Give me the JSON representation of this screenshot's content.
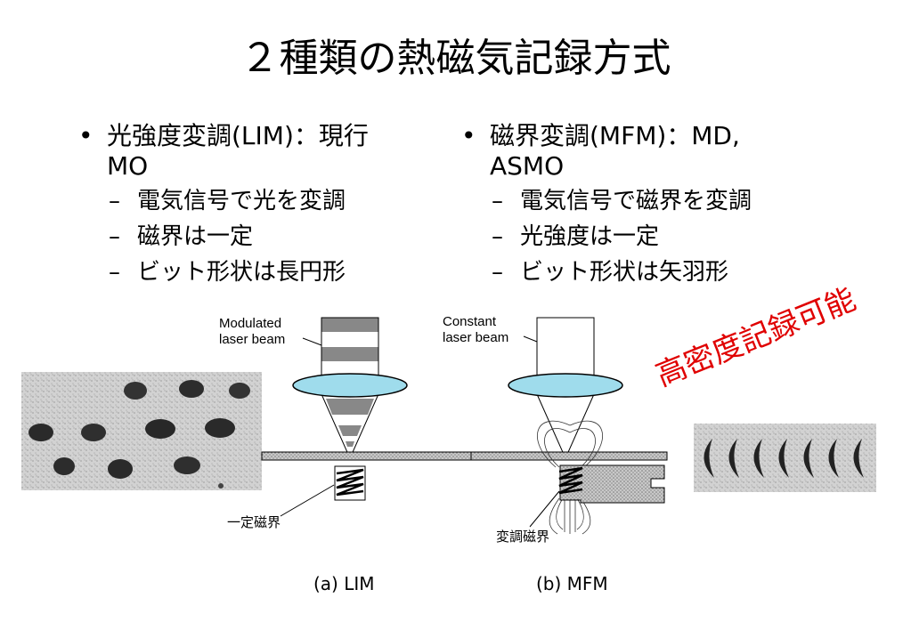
{
  "slide": {
    "title": "２種類の熱磁気記録方式",
    "left_column": {
      "bullet": "•",
      "heading_line1": "光強度変調(LIM)：現行",
      "heading_line2": "MO",
      "items": [
        {
          "dash": "–",
          "text": "電気信号で光を変調"
        },
        {
          "dash": "–",
          "text": "磁界は一定"
        },
        {
          "dash": "–",
          "text": "ビット形状は長円形"
        }
      ]
    },
    "right_column": {
      "bullet": "•",
      "heading_line1": "磁界変調(MFM)：MD,",
      "heading_line2": "ASMO",
      "items": [
        {
          "dash": "–",
          "text": "電気信号で磁界を変調"
        },
        {
          "dash": "–",
          "text": "光強度は一定"
        },
        {
          "dash": "–",
          "text": "ビット形状は矢羽形"
        }
      ]
    },
    "annotation_red": "高密度記録可能",
    "annotation_color": "#e00000"
  },
  "figure": {
    "lim": {
      "beam_label_line1": "Modulated",
      "beam_label_line2": "laser beam",
      "field_label": "一定磁界",
      "caption": "(a) LIM"
    },
    "mfm": {
      "beam_label_line1": "Constant",
      "beam_label_line2": "laser beam",
      "field_label": "変調磁界",
      "caption": "(b) MFM"
    },
    "lens_color": "#9fdcec"
  }
}
